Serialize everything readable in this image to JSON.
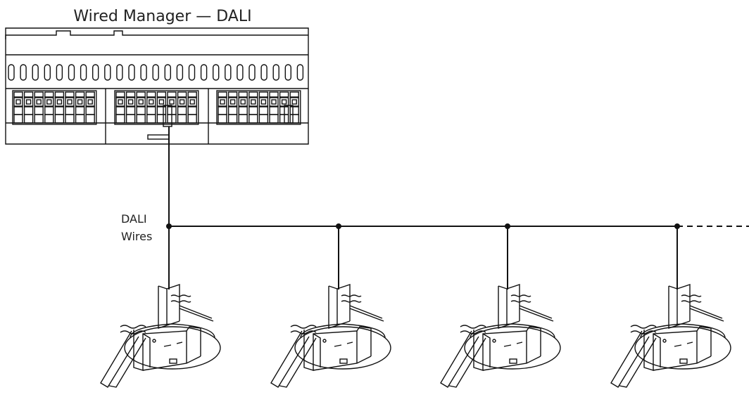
{
  "diagram": {
    "title": "Wired Manager — DALI",
    "bus_label_line1": "DALI",
    "bus_label_line2": "Wires",
    "fixture_count": 4,
    "continuation": "dashed"
  }
}
